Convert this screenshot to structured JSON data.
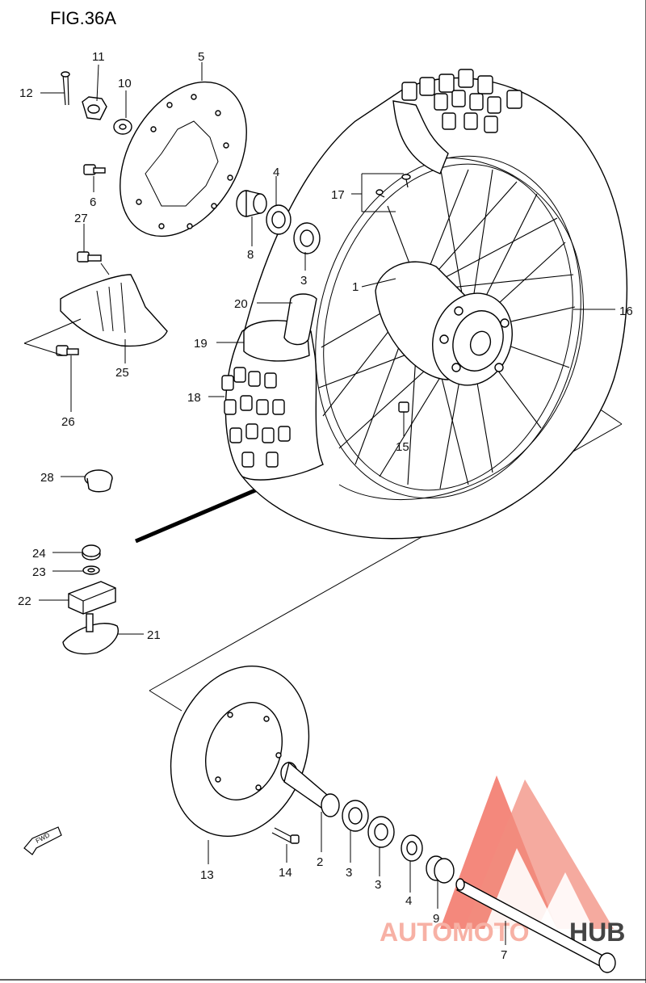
{
  "figure": {
    "title": "FIG.36A"
  },
  "callouts": [
    {
      "id": "c1",
      "label": "1"
    },
    {
      "id": "c2",
      "label": "2"
    },
    {
      "id": "c3a",
      "label": "3"
    },
    {
      "id": "c3b",
      "label": "3"
    },
    {
      "id": "c3c",
      "label": "3"
    },
    {
      "id": "c4a",
      "label": "4"
    },
    {
      "id": "c4b",
      "label": "4"
    },
    {
      "id": "c5",
      "label": "5"
    },
    {
      "id": "c6",
      "label": "6"
    },
    {
      "id": "c7",
      "label": "7"
    },
    {
      "id": "c8",
      "label": "8"
    },
    {
      "id": "c9",
      "label": "9"
    },
    {
      "id": "c10",
      "label": "10"
    },
    {
      "id": "c11",
      "label": "11"
    },
    {
      "id": "c12",
      "label": "12"
    },
    {
      "id": "c13",
      "label": "13"
    },
    {
      "id": "c14",
      "label": "14"
    },
    {
      "id": "c15",
      "label": "15"
    },
    {
      "id": "c16",
      "label": "16"
    },
    {
      "id": "c17",
      "label": "17"
    },
    {
      "id": "c18",
      "label": "18"
    },
    {
      "id": "c19",
      "label": "19"
    },
    {
      "id": "c20",
      "label": "20"
    },
    {
      "id": "c21",
      "label": "21"
    },
    {
      "id": "c22",
      "label": "22"
    },
    {
      "id": "c23",
      "label": "23"
    },
    {
      "id": "c24",
      "label": "24"
    },
    {
      "id": "c25",
      "label": "25"
    },
    {
      "id": "c26",
      "label": "26"
    },
    {
      "id": "c27",
      "label": "27"
    },
    {
      "id": "c28",
      "label": "28"
    }
  ],
  "direction_arrow": {
    "text": "FWD",
    "icon": "forward-arrow-icon"
  },
  "watermark": {
    "text_a": "AUTOMOTO",
    "text_b": "HUB",
    "color_primary": "#f05a4a",
    "color_secondary": "#f7b1a5",
    "color_dark": "#333333"
  }
}
